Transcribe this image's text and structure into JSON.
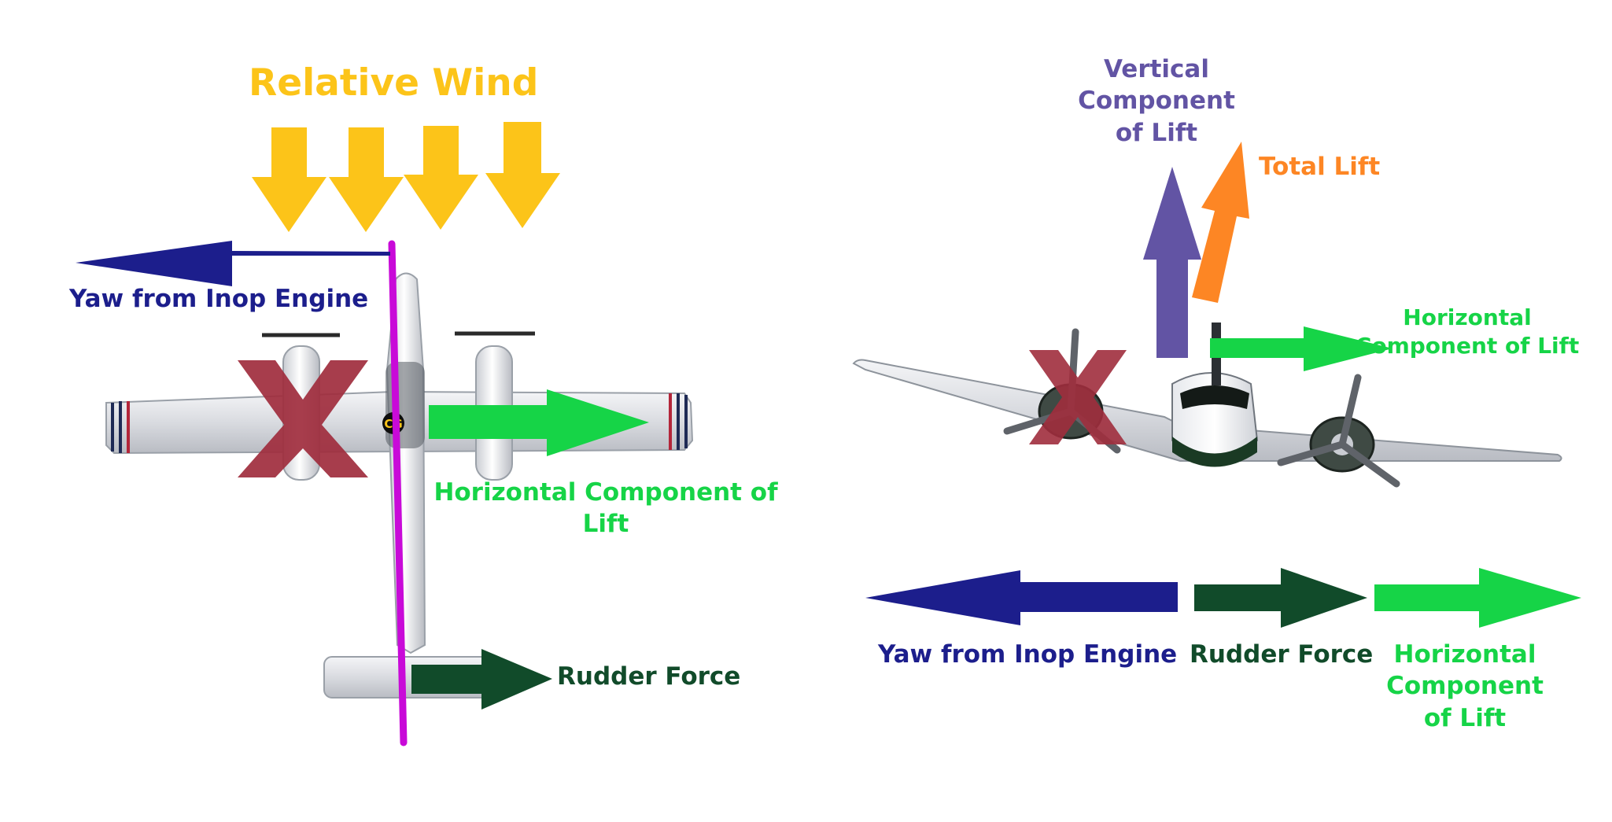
{
  "colors": {
    "wind": "#fcc419",
    "yaw": "#1c1e8c",
    "rudder": "#114b2a",
    "horizontal": "#16d447",
    "vertical": "#6254a4",
    "total": "#fd8624",
    "inop_x": "#a02d3d",
    "axis": "#c80ad8"
  },
  "left_view": {
    "relative_wind": "Relative Wind",
    "yaw": "Yaw from Inop Engine",
    "horizontal": "Horizontal Component of Lift",
    "rudder": "Rudder Force",
    "cg_badge": "CG"
  },
  "right_view": {
    "vertical": "Vertical Component of Lift",
    "total": "Total Lift",
    "horizontal": "Horizontal Component of Lift"
  },
  "force_row": {
    "yaw": "Yaw from Inop Engine",
    "rudder": "Rudder Force",
    "horizontal": "Horizontal Component of Lift"
  }
}
